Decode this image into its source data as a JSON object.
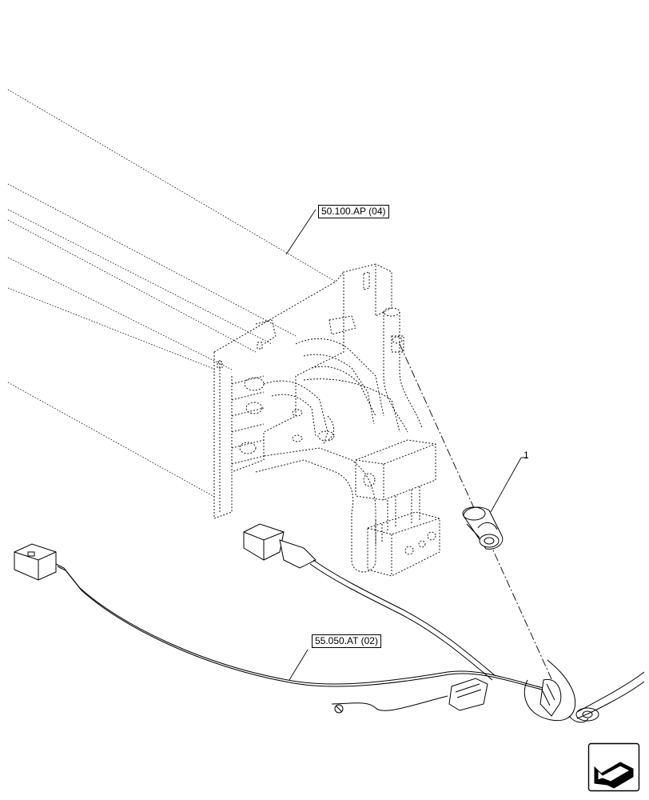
{
  "references": {
    "evaporator": "50.100.AP (04)",
    "harness": "55.050.AT (02)"
  },
  "callouts": {
    "pressure_switch": "1"
  },
  "icons": {
    "navigation": "arrow-previous-icon"
  },
  "colors": {
    "line": "#000000",
    "background": "#ffffff"
  }
}
